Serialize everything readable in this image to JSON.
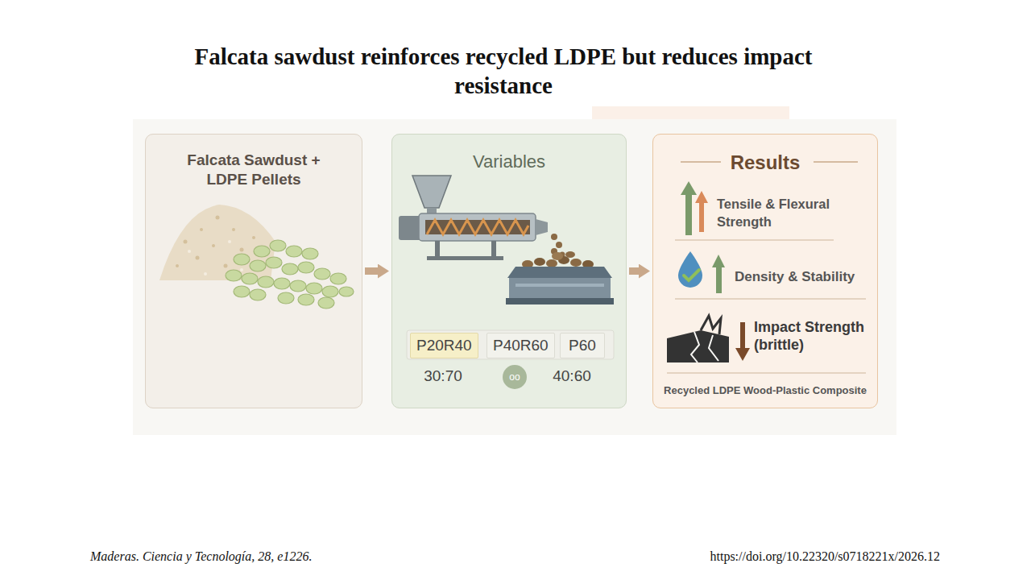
{
  "diagram": {
    "title": "Falcata sawdust reinforces recycled LDPE but reduces impact resistance",
    "nodes": [
      {
        "text": [
          "Falcata Sawdust + LDPE Pellets"
        ]
      },
      {
        "text": [
          "Variables"
        ]
      },
      {
        "text": [
          "P20R40"
        ],
        "in": 1
      },
      {
        "text": [
          "P40R60"
        ],
        "in": 1
      },
      {
        "text": [
          "P60"
        ],
        "in": 1
      },
      {
        "text": [
          "oo"
        ],
        "in": 1
      },
      {
        "text": [
          "Results"
        ]
      }
    ],
    "edges": [
      {
        "from": 0,
        "to": 1,
        "arrow": "to"
      },
      {
        "from": 1,
        "to": 6,
        "arrow": "to"
      }
    ],
    "labels": [
      "30:70",
      "40:60",
      "Tensile & Flexural Strength",
      "Density & Stability",
      "Impact Strength (brittle)",
      "Recycled LDPE Wood-Plastic Composite",
      "Maderas. Ciencia y Tecnología, 28, e1226.",
      "https://doi.org/10.22320/s0718221x/2026.12"
    ]
  }
}
